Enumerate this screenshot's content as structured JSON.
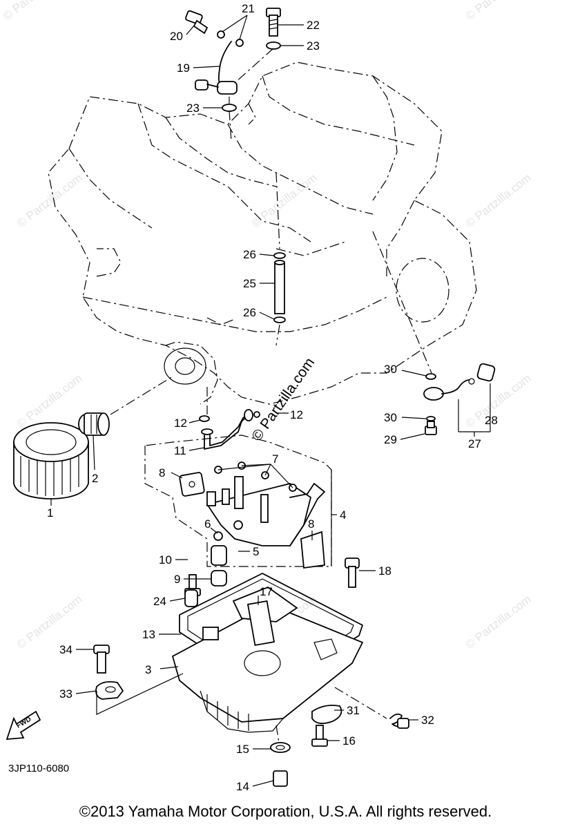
{
  "diagram": {
    "code": "3JP110-6080",
    "copyright": "©2013 Yamaha Motor Corporation, U.S.A. All rights reserved.",
    "watermark": "© Partzilla.com",
    "fwd_label": "FWD",
    "callouts": [
      "1",
      "2",
      "3",
      "4",
      "5",
      "6",
      "7",
      "8",
      "8",
      "9",
      "10",
      "11",
      "12",
      "12",
      "13",
      "14",
      "15",
      "16",
      "17",
      "18",
      "19",
      "20",
      "21",
      "22",
      "23",
      "23",
      "24",
      "25",
      "26",
      "26",
      "27",
      "28",
      "29",
      "30",
      "30",
      "31",
      "32",
      "33",
      "34"
    ]
  }
}
